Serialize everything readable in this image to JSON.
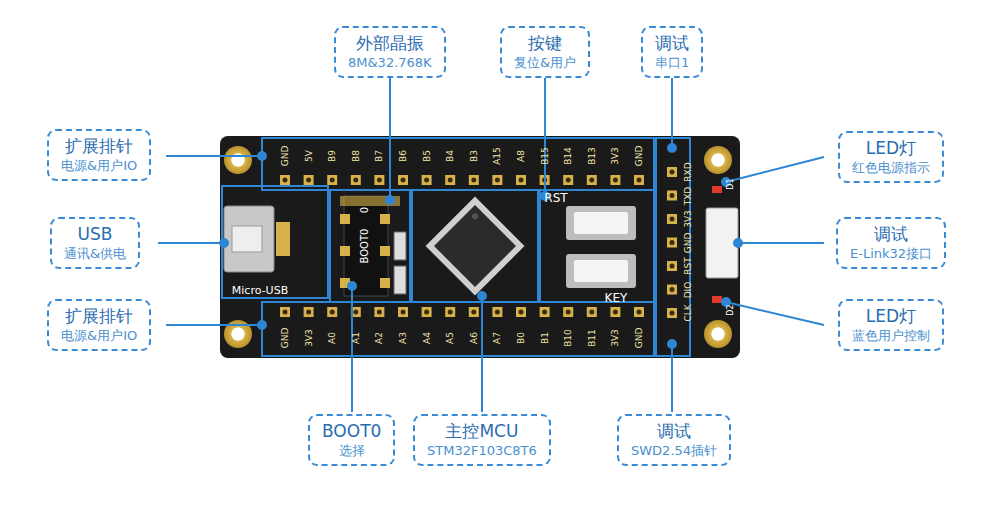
{
  "diagram": {
    "nodes": [
      {
        "text": [
          "外部晶振",
          "8M&32.768K"
        ]
      },
      {
        "text": [
          "按键",
          "复位&用户"
        ]
      },
      {
        "text": [
          "调试",
          "串口1"
        ]
      },
      {
        "text": [
          "扩展排针",
          "电源&用户IO"
        ]
      },
      {
        "text": [
          "LED灯",
          "红色电源指示"
        ]
      },
      {
        "text": [
          "USB",
          "通讯&供电"
        ]
      },
      {
        "text": [
          "调试",
          "E-Link32接口"
        ]
      },
      {
        "text": [
          "扩展排针",
          "电源&用户IO"
        ]
      },
      {
        "text": [
          "LED灯",
          "蓝色用户控制"
        ]
      },
      {
        "text": [
          "BOOT0",
          "选择"
        ]
      },
      {
        "text": [
          "主控MCU",
          "STM32F103C8T6"
        ]
      },
      {
        "text": [
          "调试",
          "SWD2.54插针"
        ]
      }
    ],
    "labels": [
      "GND",
      "5V",
      "B9",
      "B8",
      "B7",
      "B6",
      "B5",
      "B4",
      "B3",
      "A15",
      "A8",
      "B15",
      "B14",
      "B13",
      "3V3",
      "GND",
      "GND",
      "3V3",
      "A0",
      "A1",
      "A2",
      "A3",
      "A4",
      "A5",
      "A6",
      "A7",
      "B0",
      "B1",
      "B10",
      "B11",
      "3V3",
      "GND",
      "RXD",
      "TXD",
      "3V3",
      "GND",
      "RST",
      "DIO",
      "CLK",
      "Micro-USB",
      "BOOT0",
      "0",
      "RST",
      "KEY",
      "D1",
      "D2"
    ]
  }
}
